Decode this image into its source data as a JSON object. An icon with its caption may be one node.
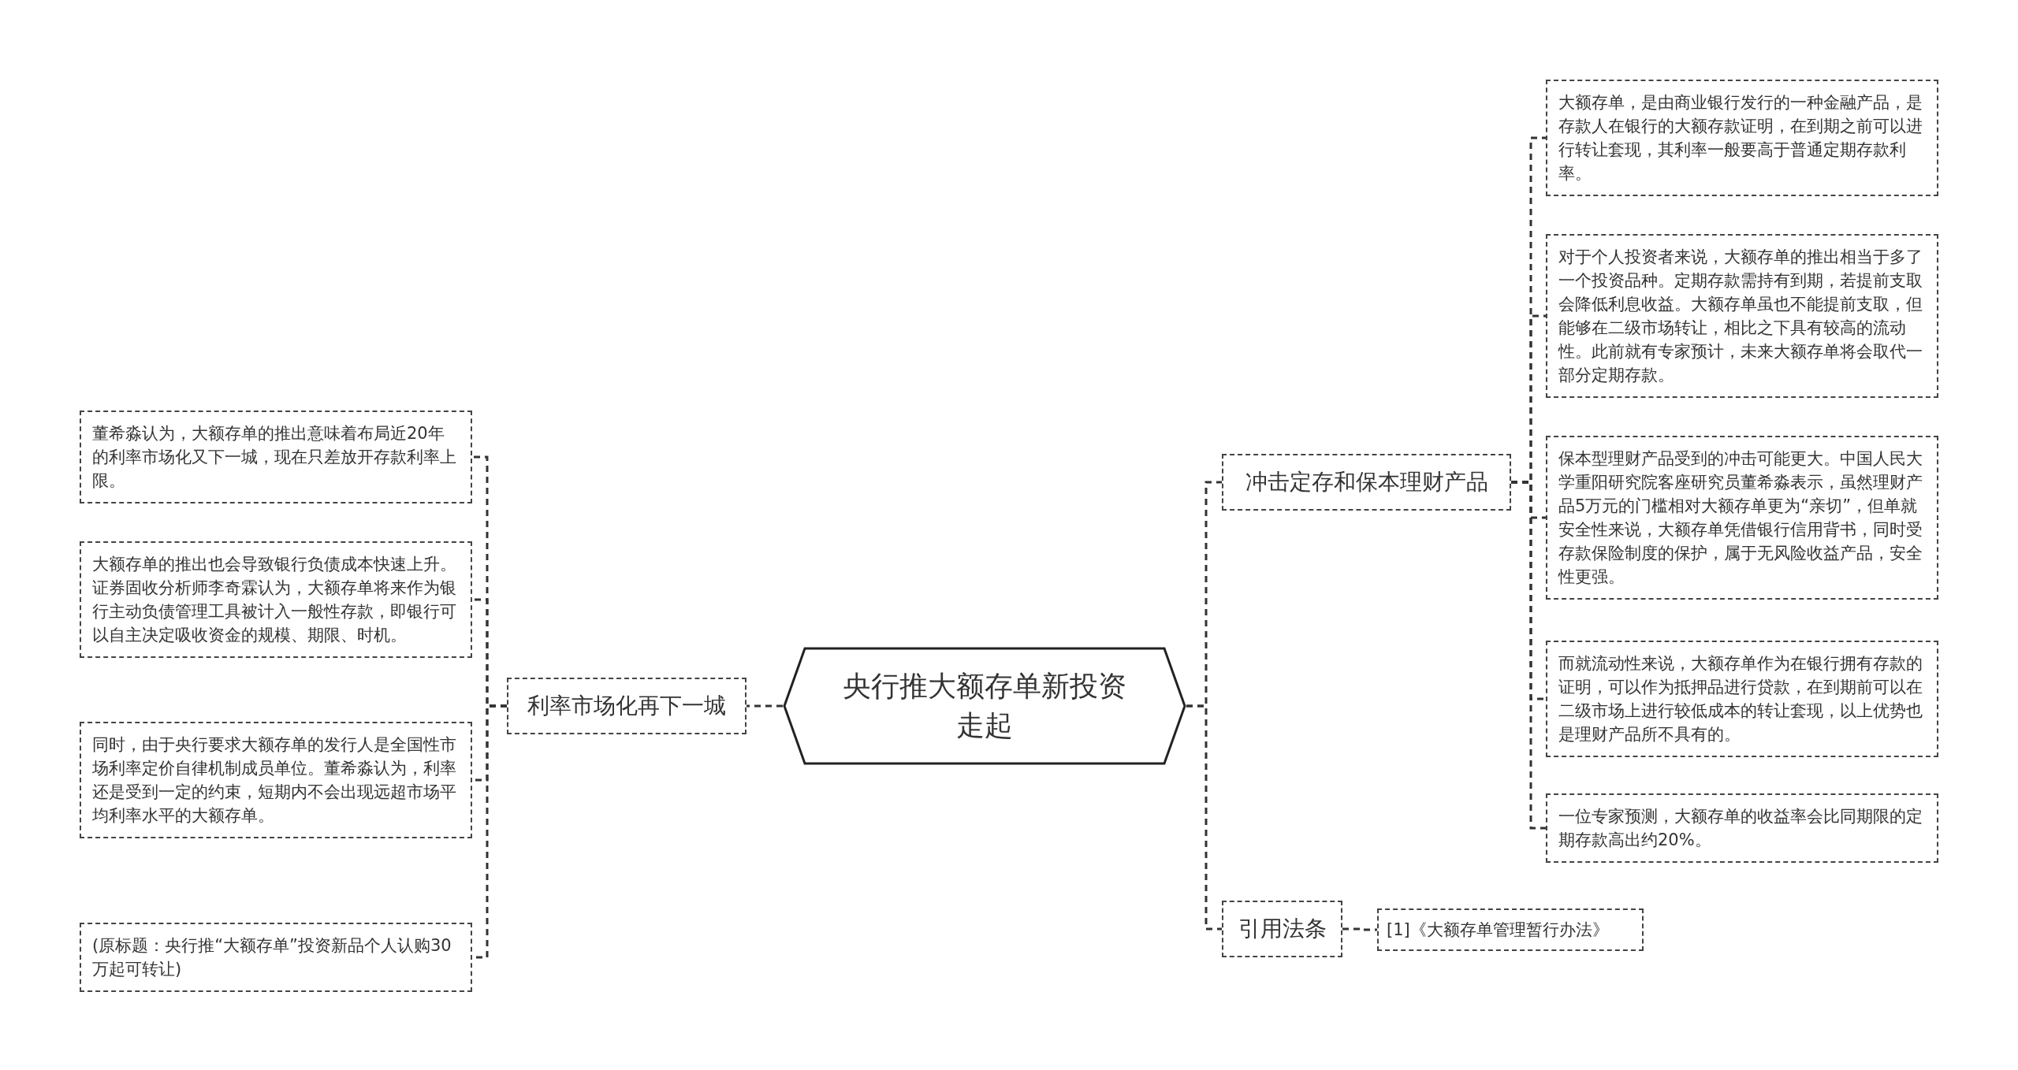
{
  "diagram": {
    "nodes": [
      {
        "text": [
          "央行推大额存单新投资走起"
        ]
      },
      {
        "text": [
          "利率市场化再下一城"
        ]
      },
      {
        "text": [
          "董希淼认为，大额存单的推出意味着布局近20年的利率市场化又下一城，现在只差放开存款利率上限。"
        ]
      },
      {
        "text": [
          "大额存单的推出也会导致银行负债成本快速上升。证券固收分析师李奇霖认为，大额存单将来作为银行主动负债管理工具被计入一般性存款，即银行可以自主决定吸收资金的规模、期限、时机。"
        ]
      },
      {
        "text": [
          "同时，由于央行要求大额存单的发行人是全国性市场利率定价自律机制成员单位。董希淼认为，利率还是受到一定的约束，短期内不会出现远超市场平均利率水平的大额存单。"
        ]
      },
      {
        "text": [
          "(原标题：央行推“大额存单”投资新品个人认购30万起可转让)"
        ]
      },
      {
        "text": [
          "冲击定存和保本理财产品"
        ]
      },
      {
        "text": [
          "大额存单，是由商业银行发行的一种金融产品，是存款人在银行的大额存款证明，在到期之前可以进行转让套现，其利率一般要高于普通定期存款利率。"
        ]
      },
      {
        "text": [
          "对于个人投资者来说，大额存单的推出相当于多了一个投资品种。定期存款需持有到期，若提前支取会降低利息收益。大额存单虽也不能提前支取，但能够在二级市场转让，相比之下具有较高的流动性。此前就有专家预计，未来大额存单将会取代一部分定期存款。"
        ]
      },
      {
        "text": [
          "保本型理财产品受到的冲击可能更大。中国人民大学重阳研究院客座研究员董希淼表示，虽然理财产品5万元的门槛相对大额存单更为“亲切”，但单就安全性来说，大额存单凭借银行信用背书，同时受存款保险制度的保护，属于无风险收益产品，安全性更强。"
        ]
      },
      {
        "text": [
          "而就流动性来说，大额存单作为在银行拥有存款的证明，可以作为抵押品进行贷款，在到期前可以在二级市场上进行较低成本的转让套现，以上优势也是理财产品所不具有的。"
        ]
      },
      {
        "text": [
          "一位专家预测，大额存单的收益率会比同期限的定期存款高出约20%。"
        ]
      },
      {
        "text": [
          "引用法条"
        ]
      },
      {
        "text": [
          "[1]《大额存单管理暂行办法》"
        ]
      }
    ],
    "edges": [
      {
        "from": 0,
        "to": 1,
        "arrow": "none"
      },
      {
        "from": 1,
        "to": 2,
        "arrow": "none"
      },
      {
        "from": 1,
        "to": 3,
        "arrow": "none"
      },
      {
        "from": 1,
        "to": 4,
        "arrow": "none"
      },
      {
        "from": 1,
        "to": 5,
        "arrow": "none"
      },
      {
        "from": 0,
        "to": 6,
        "arrow": "none"
      },
      {
        "from": 6,
        "to": 7,
        "arrow": "none"
      },
      {
        "from": 6,
        "to": 8,
        "arrow": "none"
      },
      {
        "from": 6,
        "to": 9,
        "arrow": "none"
      },
      {
        "from": 6,
        "to": 10,
        "arrow": "none"
      },
      {
        "from": 6,
        "to": 11,
        "arrow": "none"
      },
      {
        "from": 0,
        "to": 12,
        "arrow": "none"
      },
      {
        "from": 12,
        "to": 13,
        "arrow": "none"
      }
    ]
  }
}
